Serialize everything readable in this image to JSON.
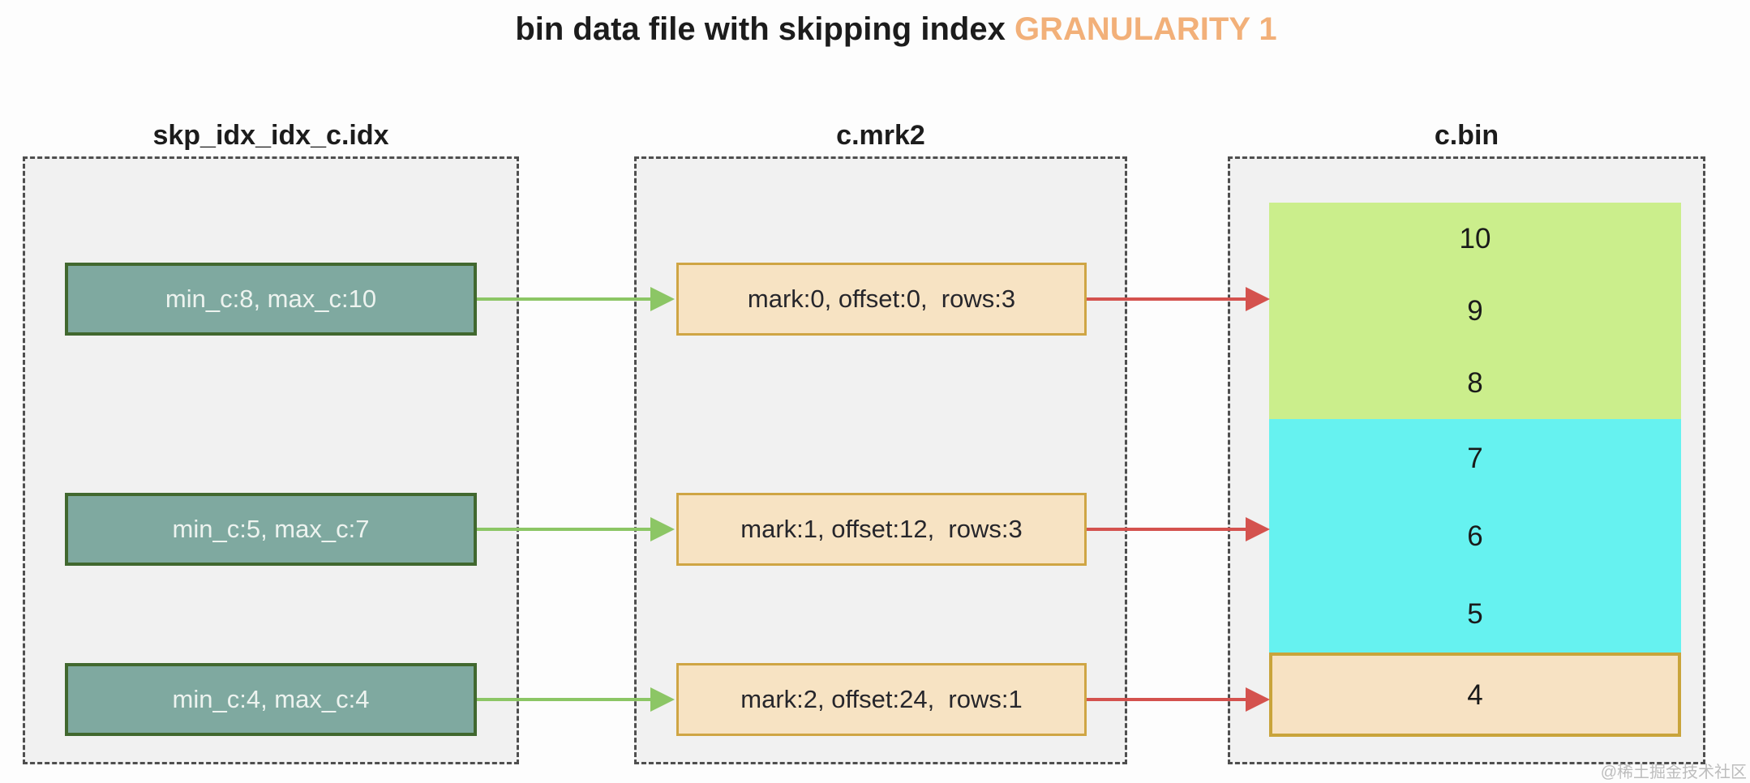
{
  "title": {
    "text": "bin data file with skipping index ",
    "highlight": "GRANULARITY 1"
  },
  "files": {
    "skip_index": {
      "header": "skp_idx_idx_c.idx",
      "entries": [
        "min_c:8, max_c:10",
        "min_c:5, max_c:7",
        "min_c:4, max_c:4"
      ]
    },
    "mark_file": {
      "header": "c.mrk2",
      "entries": [
        "mark:0, offset:0,  rows:3",
        "mark:1, offset:12,  rows:3",
        "mark:2, offset:24,  rows:1"
      ]
    },
    "bin_file": {
      "header": "c.bin",
      "granules": [
        {
          "rows": [
            "10",
            "9",
            "8"
          ],
          "color": "#cbee8c"
        },
        {
          "rows": [
            "7",
            "6",
            "5"
          ],
          "color": "#66f2f0"
        },
        {
          "rows": [
            "4"
          ],
          "color": "#f7e2c3",
          "border_color": "#c9a43b"
        }
      ]
    }
  },
  "colors": {
    "index_box_fill": "#7fa9a0",
    "index_box_border": "#41682f",
    "mark_box_fill": "#f7e3c3",
    "mark_box_border": "#cfa544",
    "granule_green": "#cbee8c",
    "granule_cyan": "#66f2f0",
    "granule_tan": "#f7e2c3",
    "arrow_green": "#8cc665",
    "arrow_red": "#d4524e",
    "title_highlight": "#f2b079",
    "container_fill": "#f1f1f1",
    "container_border": "#4f4f4f"
  },
  "watermark": "@稀土掘金技术社区"
}
